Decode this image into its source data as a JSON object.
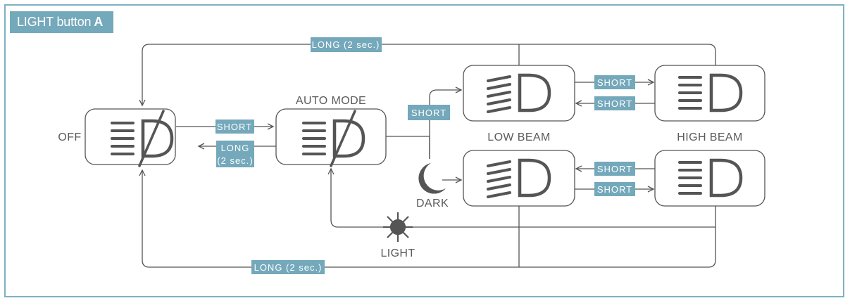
{
  "title": {
    "text": "LIGHT button",
    "key": "A"
  },
  "nodes": {
    "off": "OFF",
    "auto_mode": "AUTO MODE",
    "low_beam": "LOW BEAM",
    "high_beam": "HIGH BEAM"
  },
  "conditions": {
    "dark": "DARK",
    "light": "LIGHT"
  },
  "tags": {
    "long_top": "LONG (2 sec.)",
    "long_bottom": "LONG (2 sec.)",
    "short_off_auto": "SHORT",
    "long_auto_off_1": "LONG",
    "long_auto_off_2": "(2 sec.)",
    "short_auto_low": "SHORT",
    "short_low_high_top_1": "SHORT",
    "short_low_high_top_2": "SHORT",
    "short_low_high_bottom_1": "SHORT",
    "short_low_high_bottom_2": "SHORT"
  },
  "colors": {
    "accent": "#74a8bb",
    "frame": "#7fb1c3",
    "line": "#555555",
    "icon": "#555555"
  }
}
